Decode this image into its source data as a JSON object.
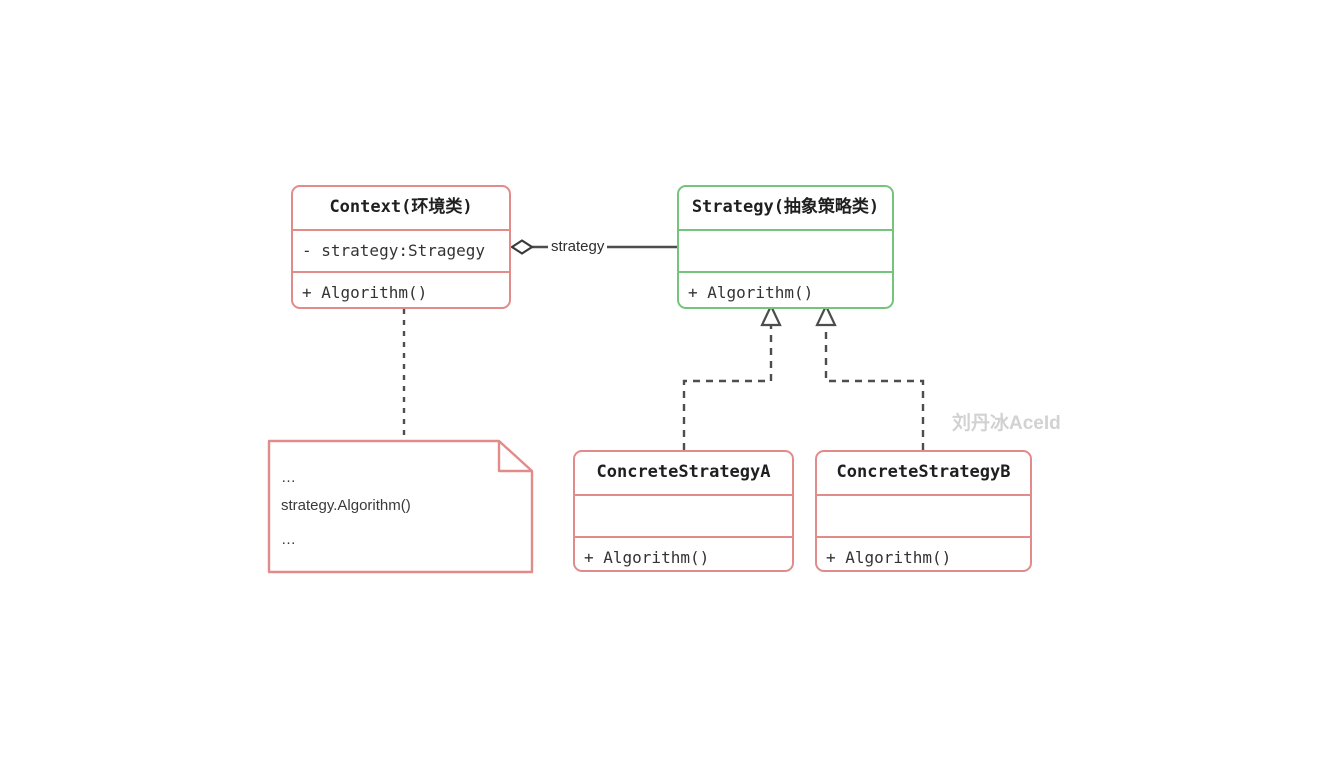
{
  "diagram": {
    "title": "Strategy Pattern UML Class Diagram",
    "background_color": "#ffffff",
    "colors": {
      "class_border_red": "#e28b8b",
      "class_border_green": "#74c47c",
      "edge_gray": "#4d4d4d",
      "text_dark": "#1f1f1f",
      "watermark_gray": "#d2d2d2"
    }
  },
  "classes": [
    {
      "id": "context",
      "name": "Context(环境类)",
      "attributes": [
        "- strategy:Stragegy"
      ],
      "operations": [
        "+ Algorithm()"
      ],
      "color": "#e28b8b"
    },
    {
      "id": "strategy",
      "name": "Strategy(抽象策略类)",
      "attributes": [
        ""
      ],
      "operations": [
        "+ Algorithm()"
      ],
      "color": "#74c47c"
    },
    {
      "id": "concrete_a",
      "name": "ConcreteStrategyA",
      "attributes": [
        ""
      ],
      "operations": [
        "+ Algorithm()"
      ],
      "color": "#e28b8b"
    },
    {
      "id": "concrete_b",
      "name": "ConcreteStrategyB",
      "attributes": [
        ""
      ],
      "operations": [
        "+ Algorithm()"
      ],
      "color": "#e28b8b"
    }
  ],
  "note": {
    "id": "context_note",
    "lines": [
      "…",
      "strategy.Algorithm()",
      "…"
    ]
  },
  "relations": [
    {
      "id": "aggregation",
      "from": "context",
      "to": "strategy",
      "type": "aggregation",
      "label": "strategy",
      "decorator": "hollow-diamond"
    },
    {
      "id": "realize_a",
      "from": "concrete_a",
      "to": "strategy",
      "type": "realization",
      "label": "",
      "decorator": "hollow-triangle-dashed"
    },
    {
      "id": "realize_b",
      "from": "concrete_b",
      "to": "strategy",
      "type": "realization",
      "label": "",
      "decorator": "hollow-triangle-dashed"
    },
    {
      "id": "note_link",
      "from": "context",
      "to": "context_note",
      "type": "note-anchor",
      "label": "",
      "decorator": "dashed"
    }
  ],
  "watermark": {
    "text": "刘丹冰AceId"
  }
}
